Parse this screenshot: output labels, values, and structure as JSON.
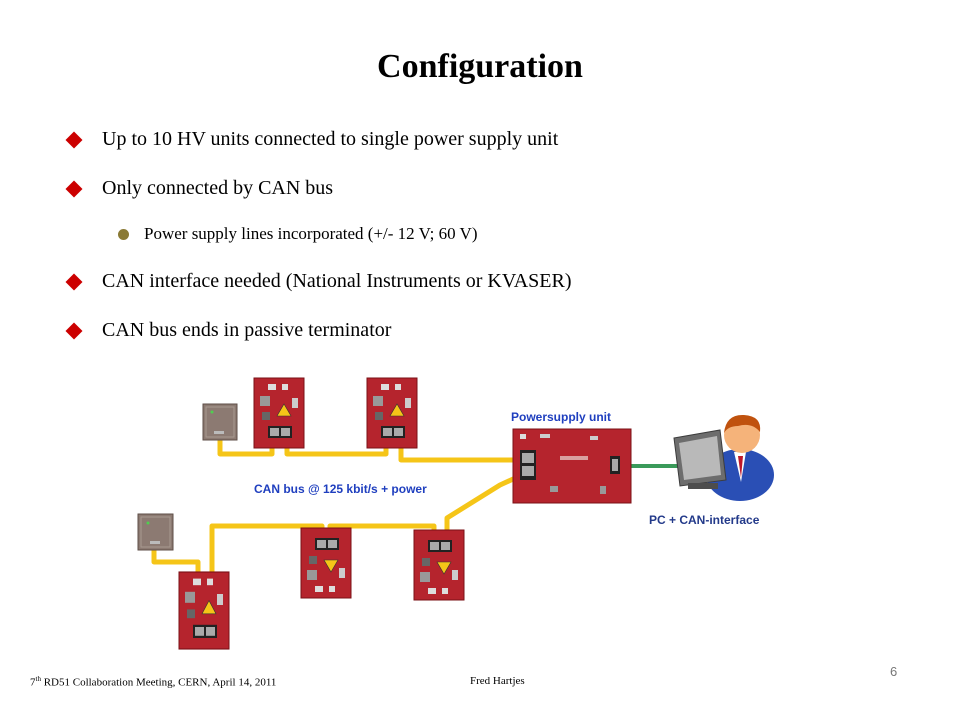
{
  "slide": {
    "title": "Configuration",
    "bullets": [
      "Up to 10 HV units connected to single power supply unit",
      "Only connected by CAN bus",
      "Power supply lines incorporated (+/- 12 V; 60 V)",
      "CAN interface needed (National Instruments or KVASER)",
      "CAN bus ends in passive terminator"
    ]
  },
  "diagram": {
    "powersupply_label": "Powersupply unit",
    "canbus_label": "CAN bus @ 125 kbit/s + power",
    "pc_label": "PC + CAN-interface",
    "cable_color": "#f5c518",
    "pc_link_color": "#3a9a5a",
    "board_color": "#b5242d",
    "terminator_color": "#8c7a72"
  },
  "footer": {
    "meeting_num": "7",
    "meeting_sup": "th",
    "meeting_text": " RD51 Collaboration Meeting, CERN, April  14, 2011",
    "author": "Fred Hartjes",
    "page_number": "6"
  }
}
